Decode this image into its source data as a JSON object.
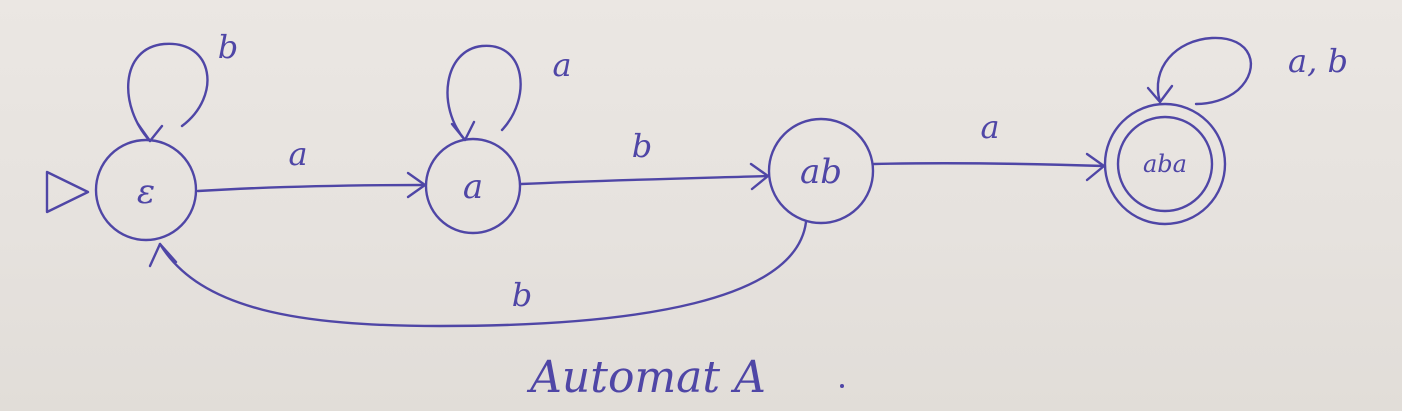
{
  "states": [
    {
      "id": "eps",
      "label": "ε",
      "initial": true,
      "accepting": false
    },
    {
      "id": "a",
      "label": "a",
      "initial": false,
      "accepting": false
    },
    {
      "id": "ab",
      "label": "ab",
      "initial": false,
      "accepting": false
    },
    {
      "id": "aba",
      "label": "aba",
      "initial": false,
      "accepting": true
    }
  ],
  "transitions": [
    {
      "from": "eps",
      "to": "eps",
      "label": "b"
    },
    {
      "from": "eps",
      "to": "a",
      "label": "a"
    },
    {
      "from": "a",
      "to": "a",
      "label": "a"
    },
    {
      "from": "a",
      "to": "ab",
      "label": "b"
    },
    {
      "from": "ab",
      "to": "aba",
      "label": "a"
    },
    {
      "from": "ab",
      "to": "eps",
      "label": "b"
    },
    {
      "from": "aba",
      "to": "aba",
      "label": "a, b"
    }
  ],
  "caption": "Automat A",
  "colors": {
    "ink": "#4f46a6",
    "paper": "#e7e3df"
  }
}
